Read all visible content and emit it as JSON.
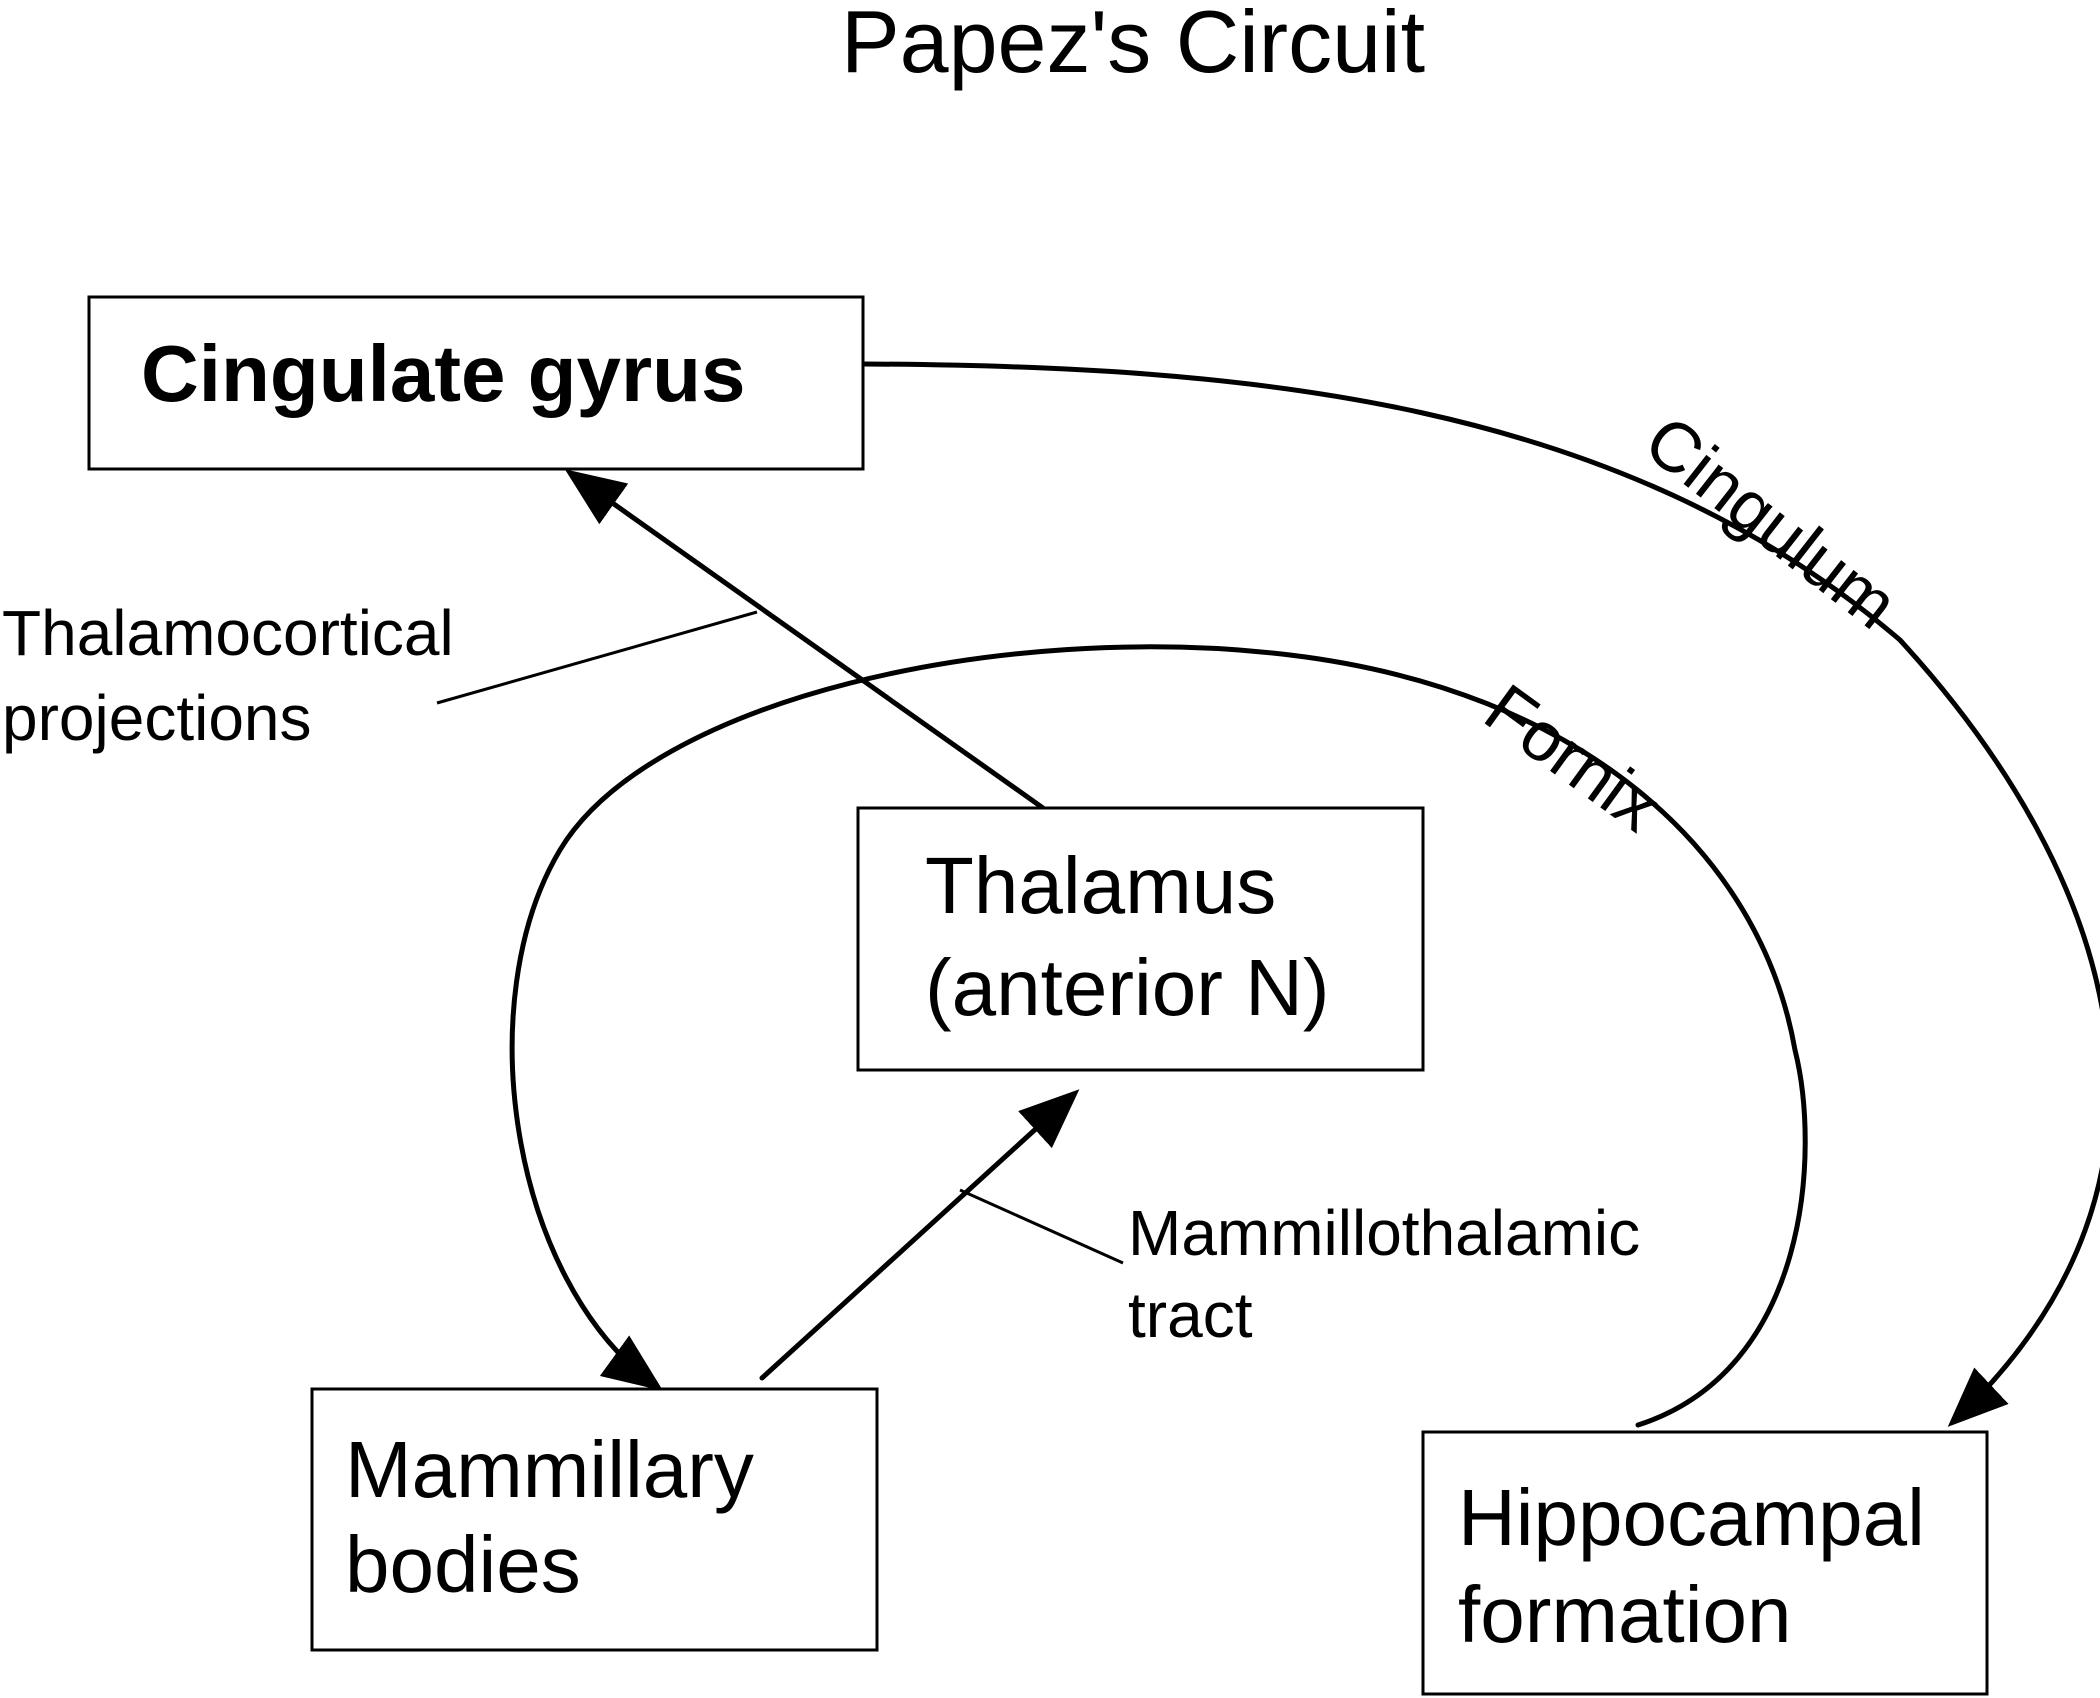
{
  "title": "Papez's Circuit",
  "nodes": {
    "cingulate_gyrus": "Cingulate gyrus",
    "thalamus": [
      "Thalamus",
      "(anterior N)"
    ],
    "mammillary_bodies": [
      "Mammillary",
      "bodies"
    ],
    "hippocampal_formation": [
      "Hippocampal",
      "formation"
    ]
  },
  "pathways": {
    "cingulum": "Cingulum",
    "fornix": "Fornix",
    "thalamocortical": [
      "Thalamocortical",
      "projections"
    ],
    "mammillothalamic": [
      "Mammillothalamic",
      "tract"
    ]
  },
  "colors": {
    "stroke": "#000000",
    "background": "#ffffff"
  }
}
